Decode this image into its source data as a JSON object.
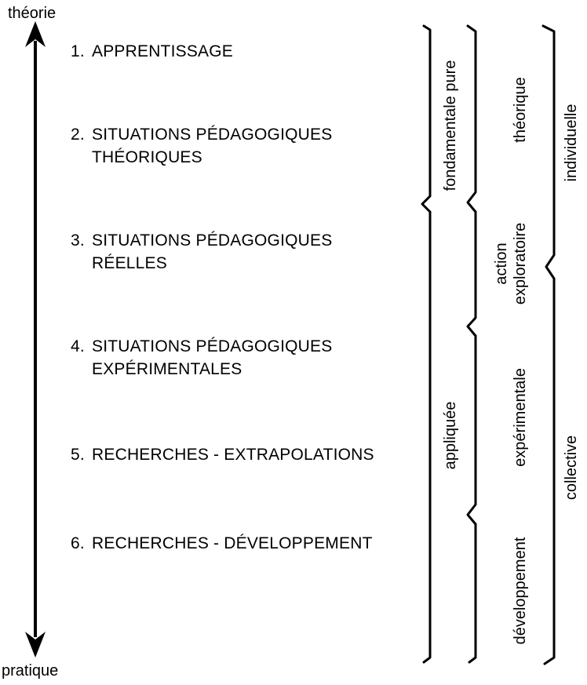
{
  "axis": {
    "top_label": "théorie",
    "bottom_label": "pratique"
  },
  "items": [
    {
      "number": "1.",
      "line1": "APPRENTISSAGE",
      "line2": ""
    },
    {
      "number": "2.",
      "line1": "SITUATIONS PÉDAGOGIQUES",
      "line2": "THÉORIQUES"
    },
    {
      "number": "3.",
      "line1": "SITUATIONS PÉDAGOGIQUES",
      "line2": "RÉELLES"
    },
    {
      "number": "4.",
      "line1": "SITUATIONS PÉDAGOGIQUES",
      "line2": "EXPÉRIMENTALES"
    },
    {
      "number": "5.",
      "line1": "RECHERCHES - EXTRAPOLATIONS",
      "line2": ""
    },
    {
      "number": "6.",
      "line1": "RECHERCHES - DÉVELOPPEMENT",
      "line2": ""
    }
  ],
  "columns": {
    "research_type": {
      "top": "fondamentale pure",
      "bottom": "appliquée"
    },
    "research_mode": {
      "theorique": "théorique",
      "action_line1": "action",
      "action_line2": "exploratoire",
      "experimentale": "expérimentale",
      "developpement": "développement"
    },
    "scope": {
      "top": "individuelle",
      "bottom": "collective"
    }
  }
}
